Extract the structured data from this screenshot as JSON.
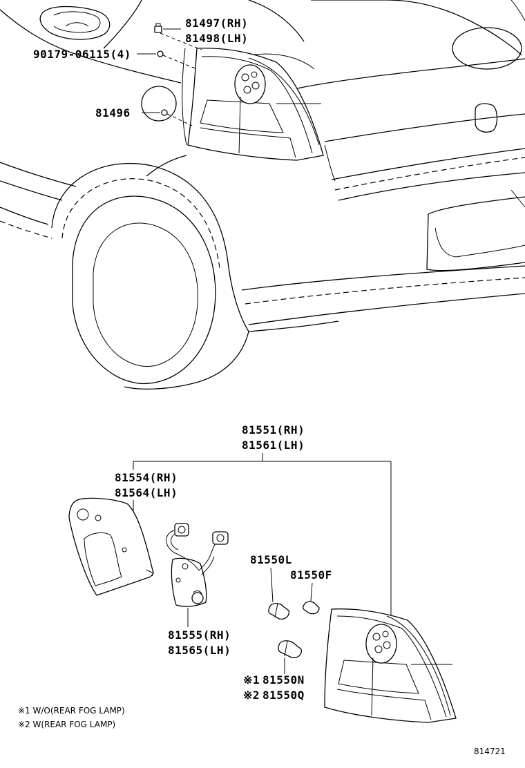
{
  "diagram": {
    "callouts": {
      "c81497": "81497(RH)",
      "c81498": "81498(LH)",
      "c90179": "90179-06115(4)",
      "c81496": "81496",
      "c81551": "81551(RH)",
      "c81561": "81561(LH)",
      "c81554": "81554(RH)",
      "c81564": "81564(LH)",
      "c81550L": "81550L",
      "c81550F": "81550F",
      "c81555": "81555(RH)",
      "c81565": "81565(LH)",
      "c81550N_mark": "※1",
      "c81550N": "81550N",
      "c81550Q_mark": "※2",
      "c81550Q": "81550Q"
    },
    "notes": {
      "note1": "※1 W/O(REAR FOG LAMP)",
      "note2": "※2 W(REAR FOG LAMP)"
    },
    "figure_id": "814721"
  }
}
